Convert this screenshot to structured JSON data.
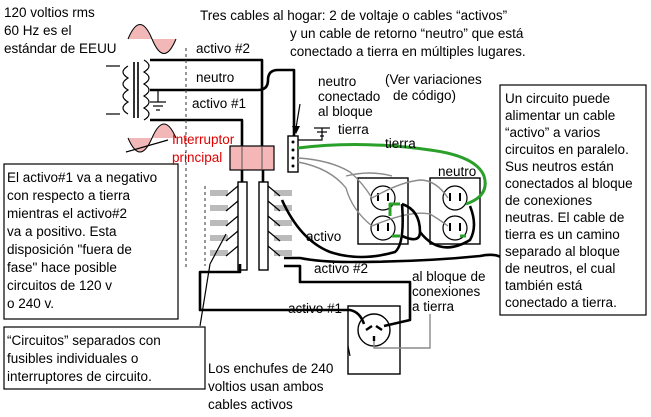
{
  "source_label": [
    "120 voltios rms",
    "60 Hz es el",
    "estándar de EEUU"
  ],
  "top_caption": [
    "Tres cables al hogar: 2 de voltaje o cables “activos”",
    "y un cable de retorno “neutro” que está",
    "conectado a tierra en múltiples lugares."
  ],
  "wire_labels": {
    "active2_top": "activo #2",
    "neutral_top": "neutro",
    "active1_top": "activo #1",
    "active_mid": "activo",
    "neutral_mid": "neutro",
    "active2_bottom": "activo #2",
    "active1_bottom": "activo #1",
    "ground_right": "tierra",
    "ground_top": "tierra"
  },
  "neutral_block_label": [
    "neutro",
    "conectado",
    "al bloque"
  ],
  "code_note": [
    "(Ver variaciones",
    "de código)"
  ],
  "main_switch_label": [
    "Interruptor",
    "principal"
  ],
  "ground_block_label": [
    "al bloque de",
    "conexiones",
    "a tierra"
  ],
  "left_note": [
    "El activo#1 va a negativo",
    "con respecto a tierra",
    "mientras el activo#2",
    "va a positivo. Esta",
    "disposición \"fuera de",
    "fase\" hace posible",
    "circuitos de 120 v",
    "o 240 v."
  ],
  "circuits_note": [
    "“Circuitos” separados con",
    "fusibles individuales o",
    "interruptores de circuito."
  ],
  "outlet240_note": [
    "Los enchufes de 240",
    "voltios usan ambos",
    "cables activos"
  ],
  "right_note": [
    "Un circuito puede",
    "alimentar un cable",
    "“activo” a varios",
    "circuitos en paralelo.",
    "Sus neutros están",
    "conectados al bloque",
    "de conexiones",
    "neutras. El cable de",
    "tierra es un camino",
    "separado al bloque",
    "de neutros, el cual",
    "también está",
    "conectado a tierra."
  ],
  "colors": {
    "accent_red": "#e00000",
    "sine_pink": "#f2b8b8",
    "breaker_fill": "#f4b6b6",
    "ground_wire": "#2aa02a"
  }
}
